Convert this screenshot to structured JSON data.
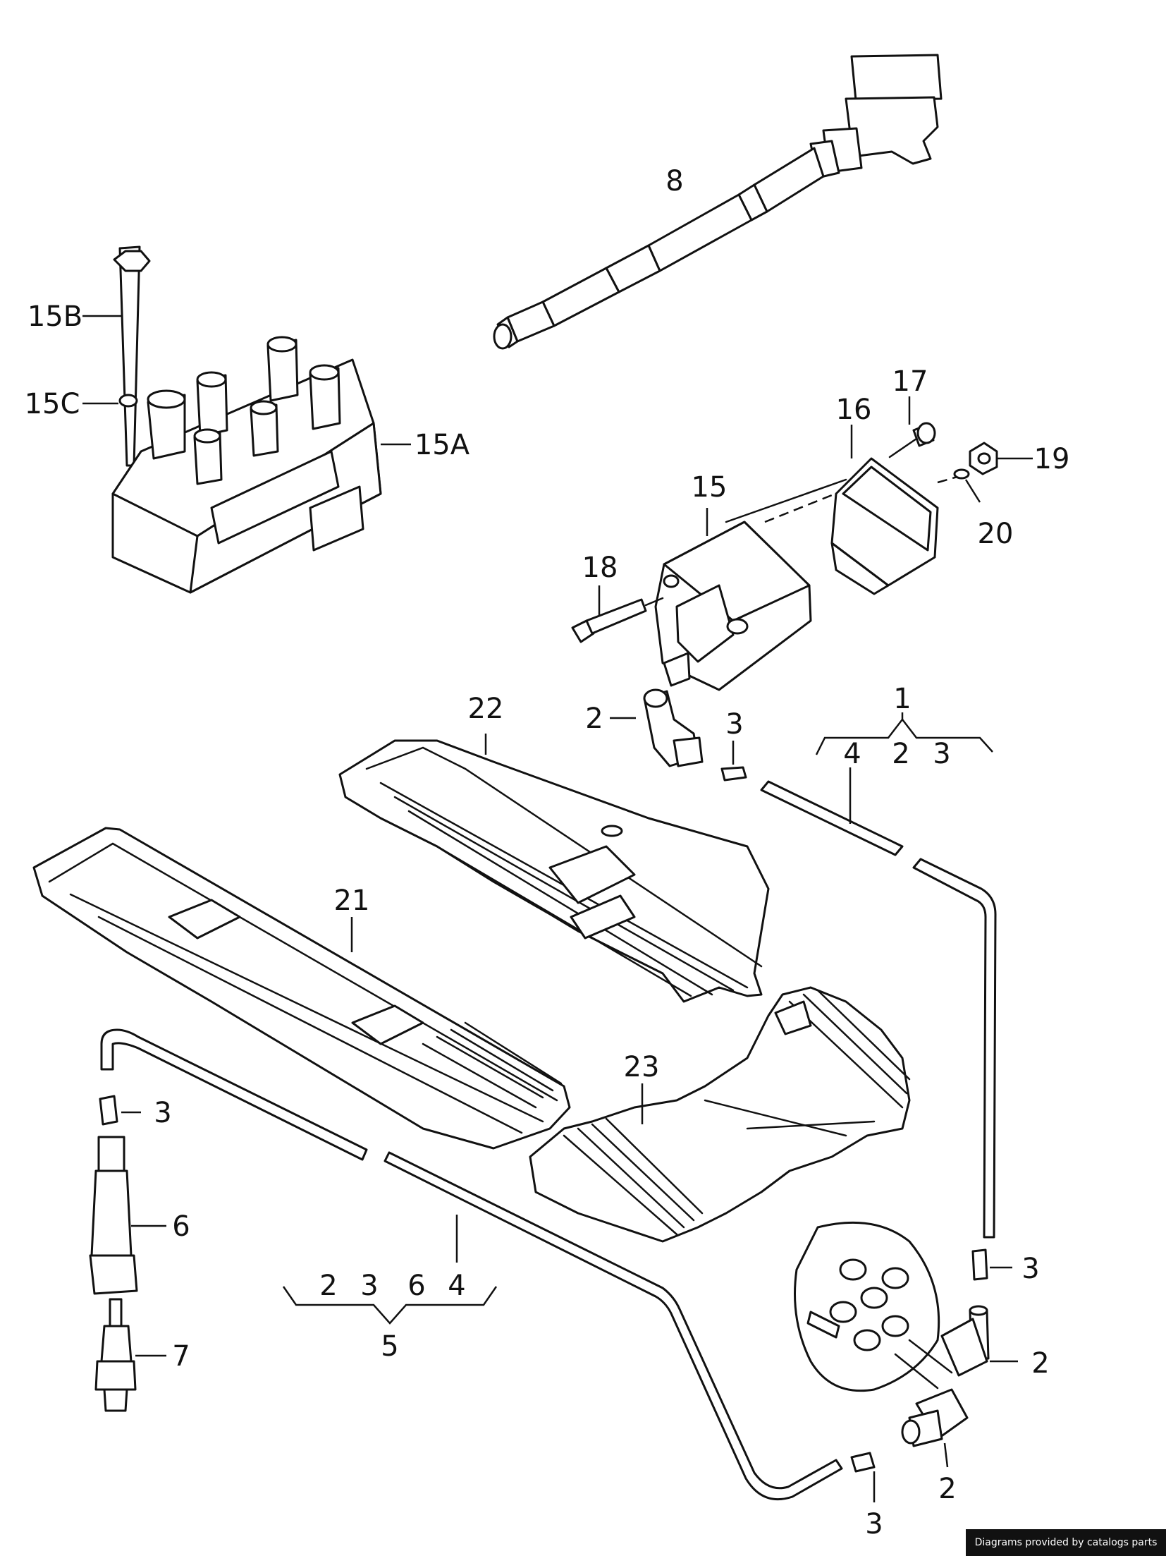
{
  "credit_text": "Diagrams provided by catalogs parts",
  "callouts": {
    "c8": "8",
    "c15B": "15B",
    "c15C": "15C",
    "c15A": "15A",
    "c17": "17",
    "c16": "16",
    "c19": "19",
    "c15": "15",
    "c20": "20",
    "c18": "18",
    "c22": "22",
    "c2_top": "2",
    "c3_top": "3",
    "c1": "1",
    "c4_top": "4",
    "c2_set1": "2",
    "c3_set1": "3",
    "c21": "21",
    "c23": "23",
    "c3_left": "3",
    "c6": "6",
    "c7": "7",
    "c2_set5": "2",
    "c3_set5": "3",
    "c6_set5": "6",
    "c4_set5": "4",
    "c5": "5",
    "c3_right": "3",
    "c2_right_a": "2",
    "c2_right_b": "2",
    "c3_bottom": "3"
  }
}
